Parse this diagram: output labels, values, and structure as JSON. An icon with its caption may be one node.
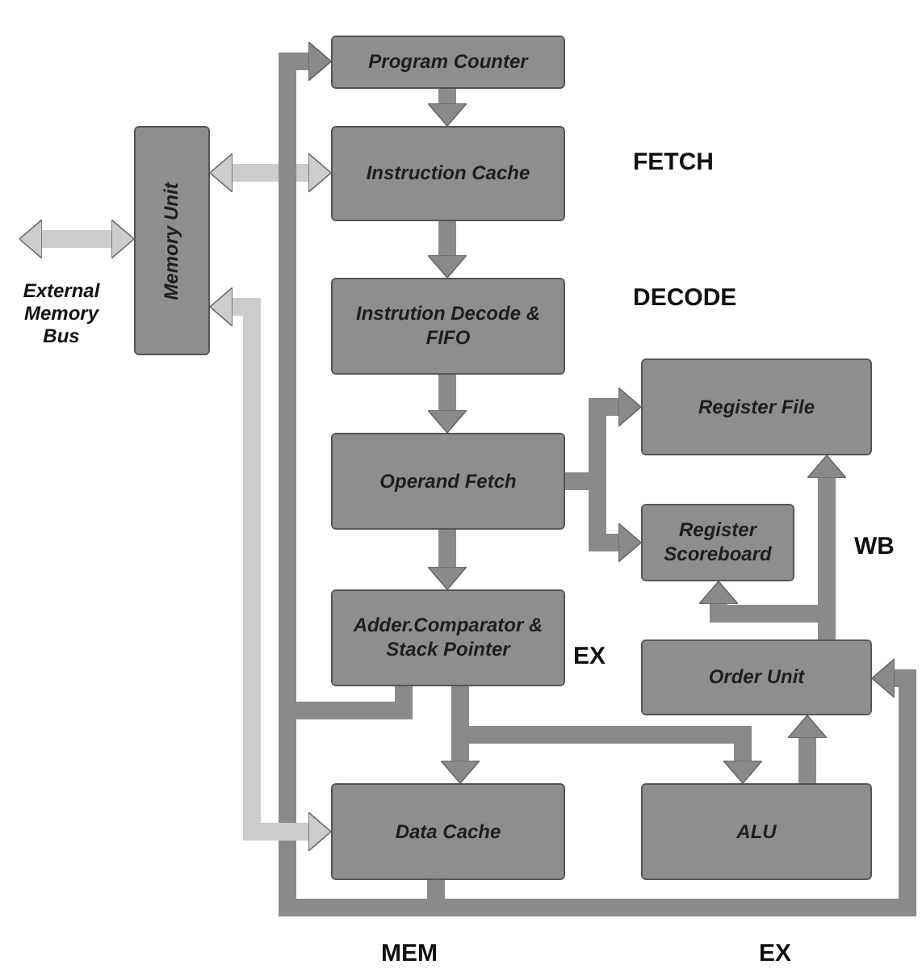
{
  "diagram": {
    "nodes": [
      {
        "text": [
          "Program Counter"
        ]
      },
      {
        "text": [
          "Instruction Cache"
        ]
      },
      {
        "text": [
          "Memory Unit"
        ]
      },
      {
        "text": [
          "Instrution Decode & FIFO"
        ]
      },
      {
        "text": [
          "Operand Fetch"
        ]
      },
      {
        "text": [
          "Register File"
        ]
      },
      {
        "text": [
          "Register Scoreboard"
        ]
      },
      {
        "text": [
          "Adder.Comparator & Stack Pointer"
        ]
      },
      {
        "text": [
          "Order Unit"
        ]
      },
      {
        "text": [
          "ALU"
        ]
      },
      {
        "text": [
          "Data Cache"
        ]
      }
    ],
    "edges": [
      {
        "from": null,
        "to": 2,
        "arrow": "both",
        "color": "#cccccc"
      },
      {
        "from": 2,
        "to": 1,
        "arrow": "both",
        "color": "#cccccc"
      },
      {
        "from": 0,
        "to": 1,
        "arrow": "to"
      },
      {
        "from": 1,
        "to": 3,
        "arrow": "to"
      },
      {
        "from": 3,
        "to": 4,
        "arrow": "to"
      },
      {
        "from": 4,
        "to": 5,
        "arrow": "to"
      },
      {
        "from": 4,
        "to": 6,
        "arrow": "to"
      },
      {
        "from": 4,
        "to": 7,
        "arrow": "to"
      },
      {
        "from": 7,
        "to": 10,
        "arrow": "to"
      },
      {
        "from": 7,
        "to": 9,
        "arrow": "to"
      },
      {
        "from": 9,
        "to": 8,
        "arrow": "to"
      },
      {
        "from": 8,
        "to": 6,
        "arrow": "to"
      },
      {
        "from": 8,
        "to": 5,
        "arrow": "to"
      },
      {
        "from": 7,
        "to": 0,
        "arrow": "to"
      },
      {
        "from": 10,
        "to": 0,
        "arrow": "to"
      },
      {
        "from": 10,
        "to": 8,
        "arrow": "to"
      },
      {
        "from": 2,
        "to": 10,
        "arrow": "both",
        "color": "#cccccc"
      }
    ],
    "labels": [
      "External Memory Bus",
      "FETCH",
      "DECODE",
      "WB",
      "EX",
      "MEM",
      "EX"
    ]
  }
}
